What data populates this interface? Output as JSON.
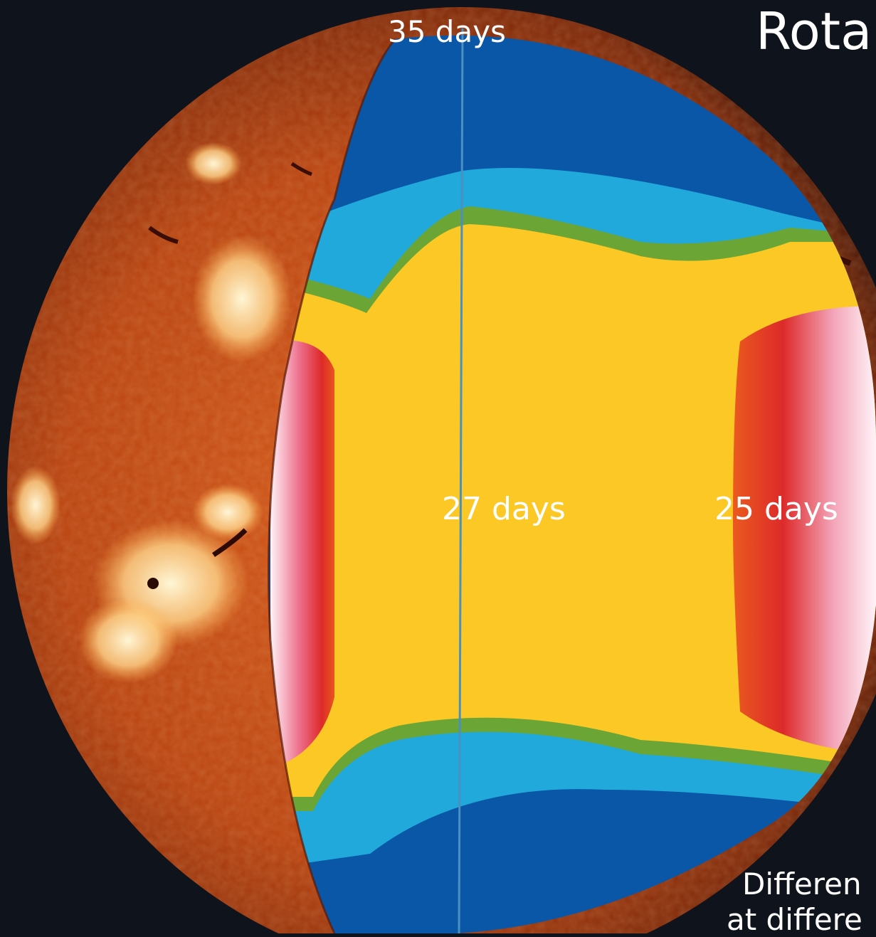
{
  "image": {
    "title_fragment": "Rota",
    "labels": {
      "pole_period": "35 days",
      "mid_period": "27 days",
      "equator_period": "25 days"
    },
    "caption": {
      "line1": "Differen",
      "line2": "at differe"
    }
  },
  "colors": {
    "background": "#0f131c",
    "photosphere": "#b8420f",
    "plage": "#ffe9b0",
    "slow_blue_dark": "#0a57a8",
    "slow_blue_light": "#21a9dc",
    "transition_green": "#6aa535",
    "mid_yellow": "#fcc825",
    "fast_red": "#dd2a2a",
    "fast_white": "#fff3f8",
    "axis_line": "#4a90c0"
  }
}
